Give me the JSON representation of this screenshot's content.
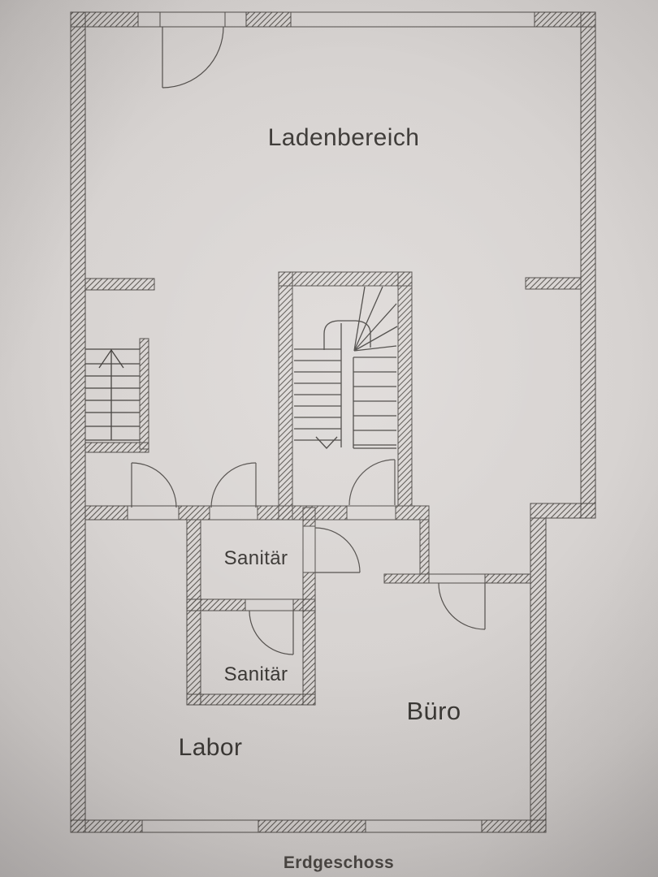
{
  "document": {
    "type": "architectural floor plan (photographed print)",
    "floor_label": "Erdgeschoss"
  },
  "rooms": [
    {
      "id": "ladenbereich",
      "label": "Ladenbereich"
    },
    {
      "id": "sanitaer-1",
      "label": "Sanitär"
    },
    {
      "id": "sanitaer-2",
      "label": "Sanitär"
    },
    {
      "id": "labor",
      "label": "Labor"
    },
    {
      "id": "buero",
      "label": "Büro"
    }
  ],
  "colors": {
    "paper": "#d7d3d1",
    "wall_outline": "#514d4a",
    "hatch_line": "#5d5955",
    "stair_line": "#45423f",
    "text": "#3b3835"
  }
}
